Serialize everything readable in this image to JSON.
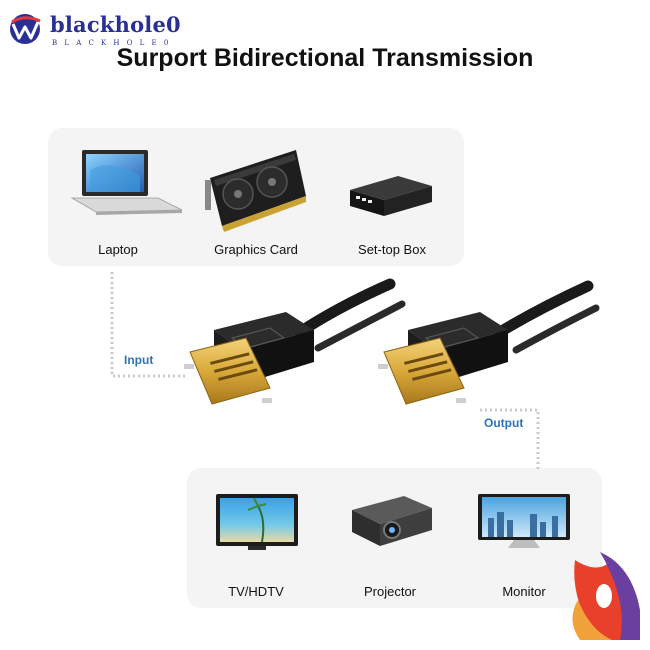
{
  "brand": {
    "name": "blackhole0",
    "subtitle": "BLACKHOLE0"
  },
  "title": "Surport Bidirectional Transmission",
  "sources": [
    {
      "label": "Laptop",
      "icon": "laptop-icon"
    },
    {
      "label": "Graphics Card",
      "icon": "graphics-card-icon"
    },
    {
      "label": "Set-top Box",
      "icon": "set-top-box-icon"
    }
  ],
  "destinations": [
    {
      "label": "TV/HDTV",
      "icon": "tv-icon"
    },
    {
      "label": "Projector",
      "icon": "projector-icon"
    },
    {
      "label": "Monitor",
      "icon": "monitor-icon"
    }
  ],
  "flow": {
    "input_label": "Input",
    "output_label": "Output"
  },
  "colors": {
    "brand": "#2a2f96",
    "flow_label": "#2b74b8",
    "connector_gold": "#d9a93a",
    "cable": "#1a1a1a"
  }
}
